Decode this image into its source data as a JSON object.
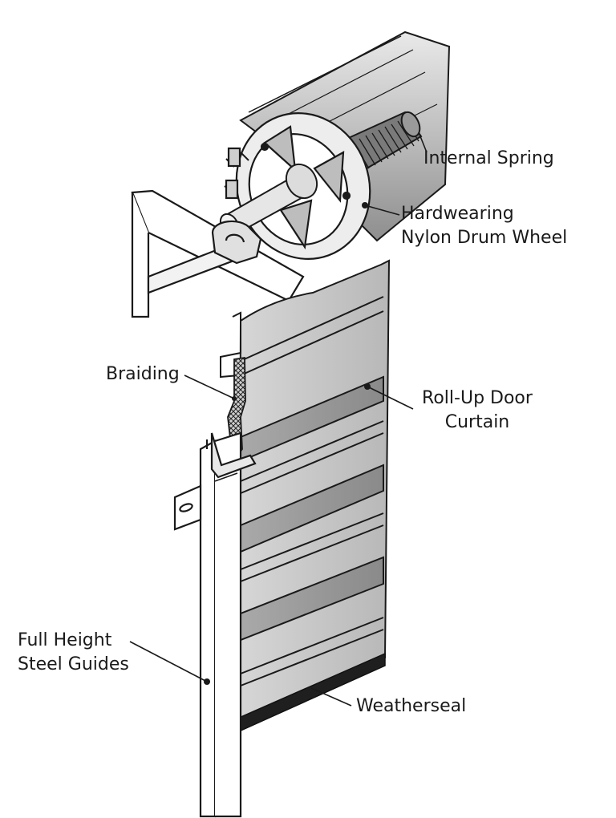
{
  "diagram": {
    "labels": {
      "internal_spring": "Internal Spring",
      "drum_wheel": "Hardwearing\nNylon Drum Wheel",
      "braiding": "Braiding",
      "curtain": "Roll-Up Door\nCurtain",
      "guides": "Full Height\nSteel Guides",
      "weatherseal": "Weatherseal"
    }
  }
}
